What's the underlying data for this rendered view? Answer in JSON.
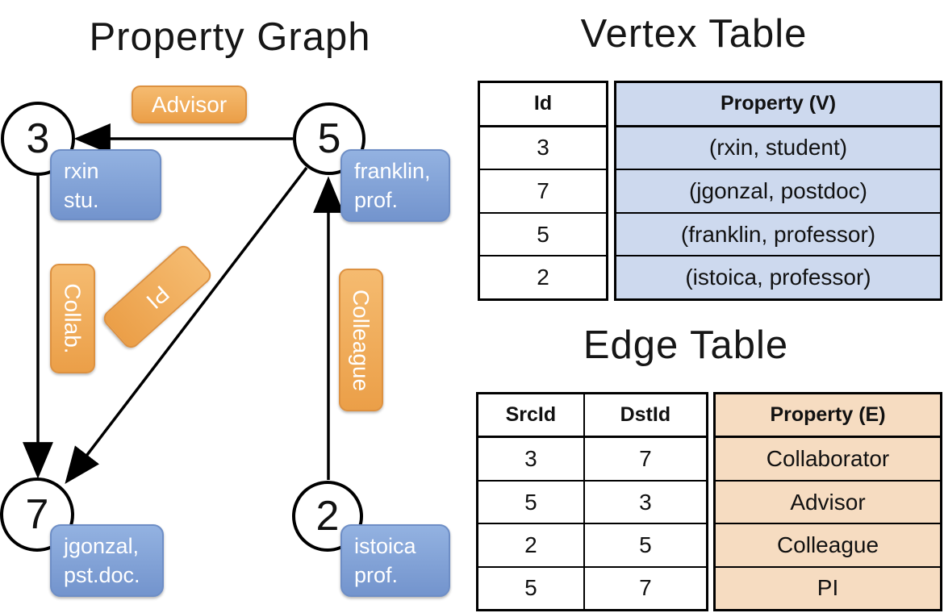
{
  "graph": {
    "title": "Property Graph",
    "nodes": [
      {
        "id": "3",
        "property": "rxin\nstu."
      },
      {
        "id": "5",
        "property": "franklin,\nprof."
      },
      {
        "id": "7",
        "property": "jgonzal,\npst.doc."
      },
      {
        "id": "2",
        "property": "istoica\nprof."
      }
    ],
    "edges": [
      {
        "src": "5",
        "dst": "3",
        "label": "Advisor"
      },
      {
        "src": "3",
        "dst": "7",
        "label": "Collab."
      },
      {
        "src": "5",
        "dst": "7",
        "label": "PI"
      },
      {
        "src": "2",
        "dst": "5",
        "label": "Colleague"
      }
    ]
  },
  "vertex_table": {
    "title": "Vertex Table",
    "columns": {
      "id": "Id",
      "property": "Property (V)"
    },
    "rows": [
      {
        "id": "3",
        "property": "(rxin, student)"
      },
      {
        "id": "7",
        "property": "(jgonzal, postdoc)"
      },
      {
        "id": "5",
        "property": "(franklin, professor)"
      },
      {
        "id": "2",
        "property": "(istoica, professor)"
      }
    ]
  },
  "edge_table": {
    "title": "Edge Table",
    "columns": {
      "src": "SrcId",
      "dst": "DstId",
      "property": "Property (E)"
    },
    "rows": [
      {
        "src": "3",
        "dst": "7",
        "property": "Collaborator"
      },
      {
        "src": "5",
        "dst": "3",
        "property": "Advisor"
      },
      {
        "src": "2",
        "dst": "5",
        "property": "Colleague"
      },
      {
        "src": "5",
        "dst": "7",
        "property": "PI"
      }
    ]
  },
  "colors": {
    "edge_label_orange": "#EFA64F",
    "node_property_blue": "#7E9FD6",
    "vertex_property_fill": "#CDD9EE",
    "edge_property_fill": "#F6DCC1",
    "line": "#000000"
  }
}
